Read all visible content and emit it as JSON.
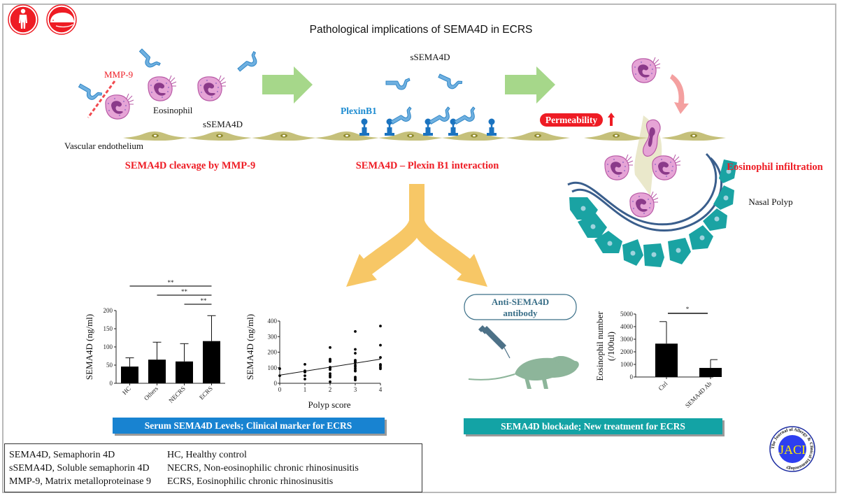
{
  "figure": {
    "title": "Pathological implications of SEMA4D in ECRS",
    "icons": [
      "human-icon",
      "mouse-icon"
    ],
    "colors": {
      "red": "#ee1c24",
      "plexin_blue": "#1a8ad0",
      "sema_blue": "#6fb0e0",
      "green_arrow": "#a6d78a",
      "yellow_arrow": "#f7c766",
      "endothelium": "#c5c07a",
      "eosinophil": "#e6a4d6",
      "nucleus": "#8b3a8a",
      "epithelium": "#1aa3a3",
      "membrane": "#3a5e8c",
      "banner_blue": "#1883d1",
      "banner_teal": "#13a3a5",
      "mouse": "#8db59a",
      "syringe": "#4d7187",
      "jaci_blue": "#2d3ef0",
      "jaci_yellow": "#ffee00"
    },
    "panel1": {
      "mmp9_label": "MMP-9",
      "eosinophil_label": "Eosinophil",
      "ssema4d_label": "sSEMA4D",
      "endothelium_label": "Vascular endothelium",
      "caption": "SEMA4D cleavage by MMP-9"
    },
    "panel2": {
      "ssema4d_label": "sSEMA4D",
      "plexin_label": "PlexinB1",
      "caption": "SEMA4D – Plexin B1 interaction"
    },
    "panel3": {
      "permeability_label": "Permeability",
      "caption": "Eosinophil infiltration",
      "polyp_label": "Nasal Polyp"
    },
    "antibody_box": {
      "line1": "Anti-SEMA4D",
      "line2": "antibody"
    },
    "banners": {
      "left": "Serum SEMA4D Levels; Clinical marker for ECRS",
      "right": "SEMA4D blockade;  New treatment for ECRS"
    },
    "abbreviations": {
      "left": [
        "SEMA4D, Semaphorin 4D",
        "sSEMA4D, Soluble semaphorin 4D",
        "MMP-9, Matrix metalloproteinase 9"
      ],
      "right": [
        "HC, Healthy control",
        "NECRS, Non-eosinophilic chronic rhinosinusitis",
        "ECRS, Eosinophilic chronic rhinosinusitis"
      ]
    },
    "logo": {
      "text": "JACI",
      "ring_text": "The Journal of Allergy & Clinical Immunology"
    }
  },
  "chart_data": [
    {
      "type": "bar",
      "title": "",
      "xlabel": "",
      "ylabel": "SEMA4D (ng/ml)",
      "categories": [
        "HC",
        "Others",
        "NECRS",
        "ECRS"
      ],
      "values": [
        46,
        65,
        60,
        116
      ],
      "error_upper": [
        70,
        113,
        109,
        186
      ],
      "ylim": [
        0,
        200
      ],
      "yticks": [
        0,
        50,
        100,
        150,
        200
      ],
      "significance": [
        {
          "from": "HC",
          "to": "ECRS",
          "label": "**"
        },
        {
          "from": "Others",
          "to": "ECRS",
          "label": "**"
        },
        {
          "from": "NECRS",
          "to": "ECRS",
          "label": "**"
        }
      ]
    },
    {
      "type": "scatter",
      "title": "",
      "xlabel": "Polyp score",
      "ylabel": "SEMA4D (ng/ml)",
      "xlim": [
        0,
        4
      ],
      "ylim": [
        0,
        400
      ],
      "xticks": [
        0,
        1,
        2,
        3,
        4
      ],
      "yticks": [
        0,
        100,
        200,
        300,
        400
      ],
      "points": [
        [
          0,
          94
        ],
        [
          0,
          49
        ],
        [
          1,
          122
        ],
        [
          1,
          80
        ],
        [
          1,
          75
        ],
        [
          1,
          72
        ],
        [
          1,
          49
        ],
        [
          1,
          27
        ],
        [
          2,
          230
        ],
        [
          2,
          155
        ],
        [
          2,
          148
        ],
        [
          2,
          140
        ],
        [
          2,
          103
        ],
        [
          2,
          97
        ],
        [
          2,
          88
        ],
        [
          2,
          62
        ],
        [
          2,
          50
        ],
        [
          2,
          40
        ],
        [
          2,
          10
        ],
        [
          3,
          333
        ],
        [
          3,
          218
        ],
        [
          3,
          193
        ],
        [
          3,
          148
        ],
        [
          3,
          140
        ],
        [
          3,
          133
        ],
        [
          3,
          118
        ],
        [
          3,
          108
        ],
        [
          3,
          96
        ],
        [
          3,
          84
        ],
        [
          3,
          78
        ],
        [
          3,
          40
        ],
        [
          3,
          30
        ],
        [
          3,
          21
        ],
        [
          4,
          368
        ],
        [
          4,
          245
        ],
        [
          4,
          166
        ],
        [
          4,
          121
        ],
        [
          4,
          114
        ],
        [
          4,
          103
        ],
        [
          4,
          93
        ]
      ],
      "regression": {
        "x": [
          0,
          4
        ],
        "y": [
          52,
          155
        ]
      }
    },
    {
      "type": "bar",
      "title": "",
      "xlabel": "",
      "ylabel": "Eosinophil number (/100ul)",
      "ylabel_line1": "Eosinophil number",
      "ylabel_line2": "(/100ul)",
      "categories": [
        "Ctrl",
        "SEMA4D Ab"
      ],
      "values": [
        2650,
        720
      ],
      "error_upper": [
        4400,
        1380
      ],
      "ylim": [
        0,
        5000
      ],
      "yticks": [
        0,
        1000,
        2000,
        3000,
        4000,
        5000
      ],
      "significance": [
        {
          "from": "Ctrl",
          "to": "SEMA4D Ab",
          "label": "*"
        }
      ]
    }
  ]
}
